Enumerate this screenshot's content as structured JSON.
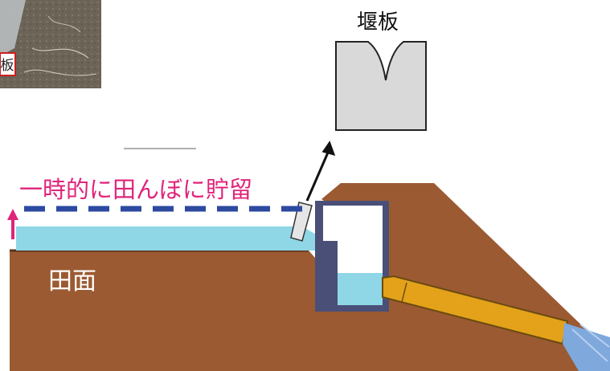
{
  "photo": {
    "label": "板"
  },
  "weir_plate_inset": {
    "label": "堰板"
  },
  "annotation": {
    "text": "一時的に田んぼに貯留"
  },
  "field": {
    "label": "田面"
  },
  "colors": {
    "soil": "#9b5a32",
    "soil_dark": "#7a4325",
    "water": "#8fd6e6",
    "dashed_line": "#2c4aa0",
    "annotation_text": "#e0247a",
    "up_arrow": "#e0247a",
    "pipe": "#e3a21a",
    "outlet_box_frame": "#4a4f78",
    "outflow_water": "#7fa8dc",
    "weir_plate_fill": "#d9d9d9"
  }
}
